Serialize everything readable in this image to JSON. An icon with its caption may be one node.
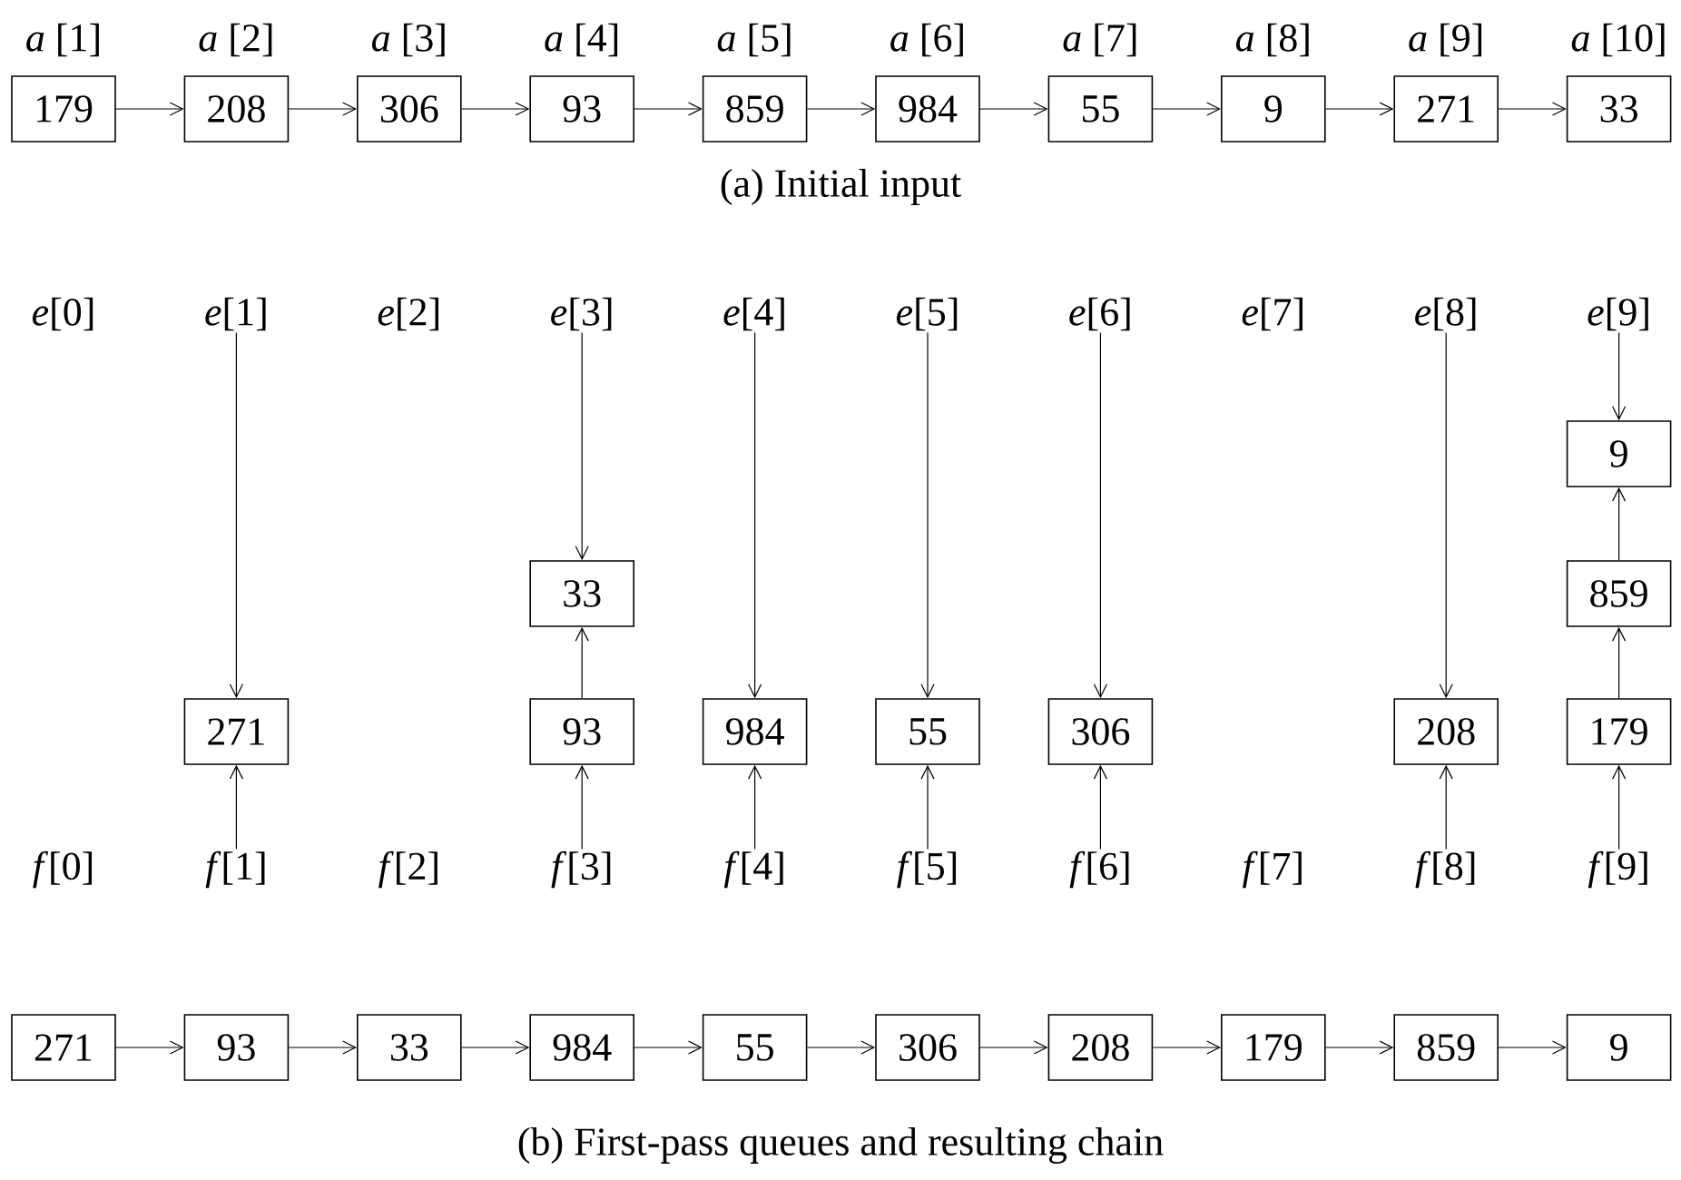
{
  "diagram": {
    "nodes": [
      {
        "text": [
          "179"
        ],
        "beside": [
          "*a* [1]"
        ]
      },
      {
        "text": [
          "208"
        ],
        "beside": [
          "*a* [2]"
        ]
      },
      {
        "text": [
          "306"
        ],
        "beside": [
          "*a* [3]"
        ]
      },
      {
        "text": [
          "93"
        ],
        "beside": [
          "*a* [4]"
        ]
      },
      {
        "text": [
          "859"
        ],
        "beside": [
          "*a* [5]"
        ]
      },
      {
        "text": [
          "984"
        ],
        "beside": [
          "*a* [6]"
        ]
      },
      {
        "text": [
          "55"
        ],
        "beside": [
          "*a* [7]"
        ]
      },
      {
        "text": [
          "9"
        ],
        "beside": [
          "*a* [8]"
        ]
      },
      {
        "text": [
          "271"
        ],
        "beside": [
          "*a* [9]"
        ]
      },
      {
        "text": [
          "33"
        ],
        "beside": [
          "*a* [10]"
        ]
      },
      {
        "text": [
          "*e*[0]"
        ]
      },
      {
        "text": [
          "*e*[1]"
        ]
      },
      {
        "text": [
          "*e*[2]"
        ]
      },
      {
        "text": [
          "*e*[3]"
        ]
      },
      {
        "text": [
          "*e*[4]"
        ]
      },
      {
        "text": [
          "*e*[5]"
        ]
      },
      {
        "text": [
          "*e*[6]"
        ]
      },
      {
        "text": [
          "*e*[7]"
        ]
      },
      {
        "text": [
          "*e*[8]"
        ]
      },
      {
        "text": [
          "*e*[9]"
        ]
      },
      {
        "text": [
          "*f*[0]"
        ]
      },
      {
        "text": [
          "*f*[1]"
        ]
      },
      {
        "text": [
          "*f*[2]"
        ]
      },
      {
        "text": [
          "*f*[3]"
        ]
      },
      {
        "text": [
          "*f*[4]"
        ]
      },
      {
        "text": [
          "*f*[5]"
        ]
      },
      {
        "text": [
          "*f*[6]"
        ]
      },
      {
        "text": [
          "*f*[7]"
        ]
      },
      {
        "text": [
          "*f*[8]"
        ]
      },
      {
        "text": [
          "*f*[9]"
        ]
      },
      {
        "text": [
          "9"
        ]
      },
      {
        "text": [
          "33"
        ]
      },
      {
        "text": [
          "859"
        ]
      },
      {
        "text": [
          "271"
        ]
      },
      {
        "text": [
          "93"
        ]
      },
      {
        "text": [
          "984"
        ]
      },
      {
        "text": [
          "55"
        ]
      },
      {
        "text": [
          "306"
        ]
      },
      {
        "text": [
          "208"
        ]
      },
      {
        "text": [
          "179"
        ]
      },
      {
        "text": [
          "271"
        ]
      },
      {
        "text": [
          "93"
        ]
      },
      {
        "text": [
          "33"
        ]
      },
      {
        "text": [
          "984"
        ]
      },
      {
        "text": [
          "55"
        ]
      },
      {
        "text": [
          "306"
        ]
      },
      {
        "text": [
          "208"
        ]
      },
      {
        "text": [
          "179"
        ]
      },
      {
        "text": [
          "859"
        ]
      },
      {
        "text": [
          "9"
        ]
      }
    ],
    "edges": [
      {
        "from": 0,
        "to": 1,
        "arrow": "to"
      },
      {
        "from": 1,
        "to": 2,
        "arrow": "to"
      },
      {
        "from": 2,
        "to": 3,
        "arrow": "to"
      },
      {
        "from": 3,
        "to": 4,
        "arrow": "to"
      },
      {
        "from": 4,
        "to": 5,
        "arrow": "to"
      },
      {
        "from": 5,
        "to": 6,
        "arrow": "to"
      },
      {
        "from": 6,
        "to": 7,
        "arrow": "to"
      },
      {
        "from": 7,
        "to": 8,
        "arrow": "to"
      },
      {
        "from": 8,
        "to": 9,
        "arrow": "to"
      },
      {
        "from": 11,
        "to": 33,
        "arrow": "to"
      },
      {
        "from": 13,
        "to": 31,
        "arrow": "to"
      },
      {
        "from": 14,
        "to": 35,
        "arrow": "to"
      },
      {
        "from": 15,
        "to": 36,
        "arrow": "to"
      },
      {
        "from": 16,
        "to": 37,
        "arrow": "to"
      },
      {
        "from": 18,
        "to": 38,
        "arrow": "to"
      },
      {
        "from": 19,
        "to": 30,
        "arrow": "to"
      },
      {
        "from": 21,
        "to": 33,
        "arrow": "to"
      },
      {
        "from": 23,
        "to": 34,
        "arrow": "to"
      },
      {
        "from": 34,
        "to": 31,
        "arrow": "to"
      },
      {
        "from": 24,
        "to": 35,
        "arrow": "to"
      },
      {
        "from": 25,
        "to": 36,
        "arrow": "to"
      },
      {
        "from": 26,
        "to": 37,
        "arrow": "to"
      },
      {
        "from": 28,
        "to": 38,
        "arrow": "to"
      },
      {
        "from": 29,
        "to": 39,
        "arrow": "to"
      },
      {
        "from": 39,
        "to": 32,
        "arrow": "to"
      },
      {
        "from": 32,
        "to": 30,
        "arrow": "to"
      },
      {
        "from": 40,
        "to": 41,
        "arrow": "to"
      },
      {
        "from": 41,
        "to": 42,
        "arrow": "to"
      },
      {
        "from": 42,
        "to": 43,
        "arrow": "to"
      },
      {
        "from": 43,
        "to": 44,
        "arrow": "to"
      },
      {
        "from": 44,
        "to": 45,
        "arrow": "to"
      },
      {
        "from": 45,
        "to": 46,
        "arrow": "to"
      },
      {
        "from": 46,
        "to": 47,
        "arrow": "to"
      },
      {
        "from": 47,
        "to": 48,
        "arrow": "to"
      },
      {
        "from": 48,
        "to": 49,
        "arrow": "to"
      }
    ],
    "labels": [
      "(a) Initial input",
      "(b) First-pass queues and resulting chain"
    ]
  }
}
